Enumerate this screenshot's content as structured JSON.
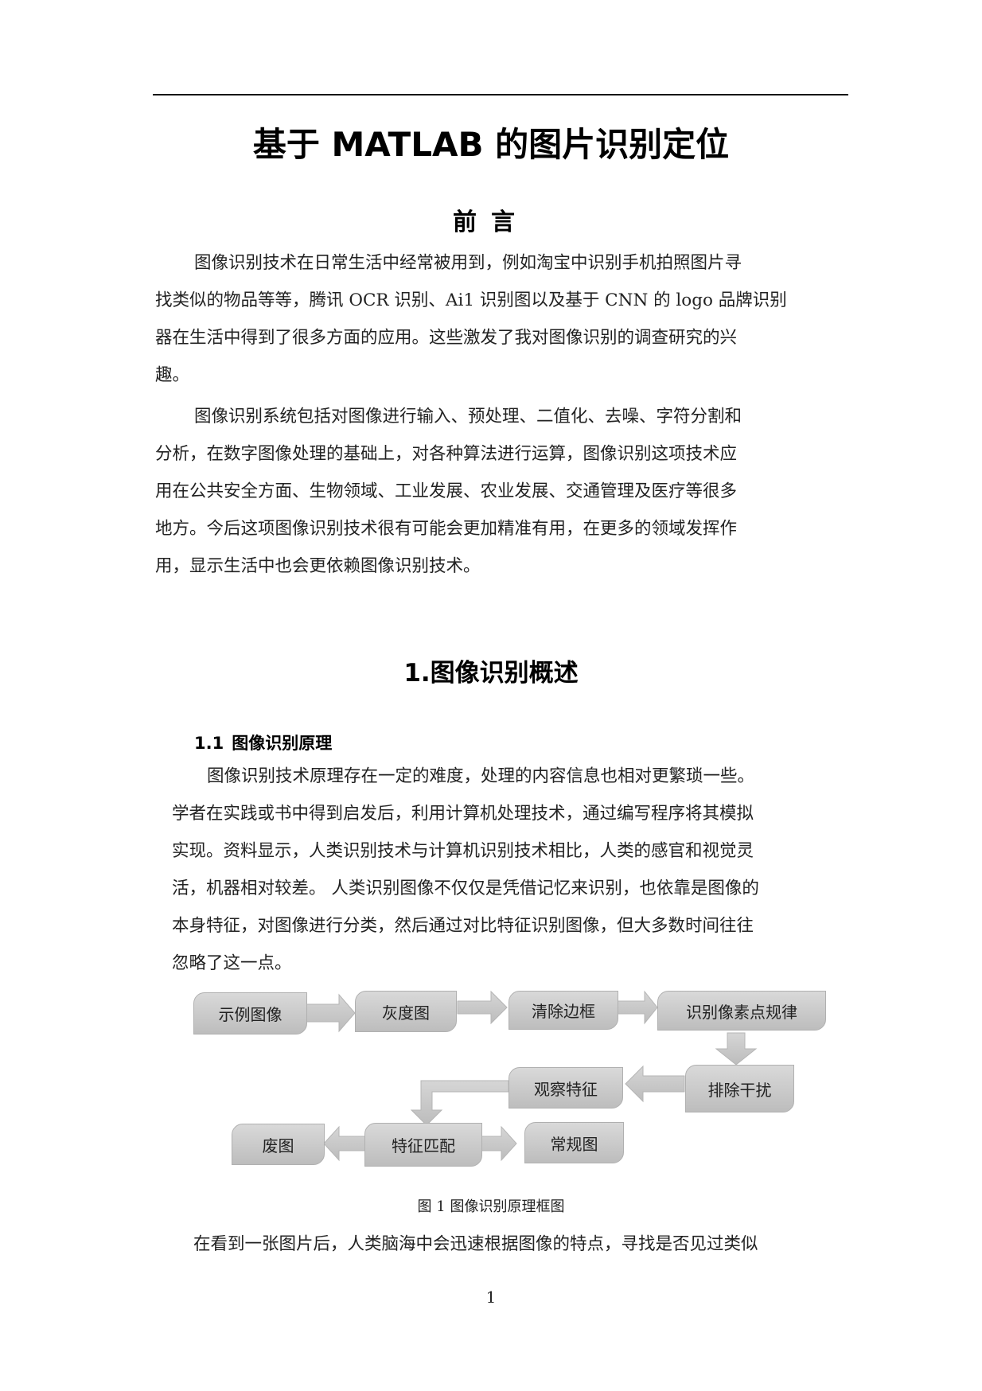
{
  "document": {
    "title": "基于 MATLAB 的图片识别定位",
    "preface_heading": "前言",
    "preface_paragraphs": [
      {
        "lines": [
          "图像识别技术在日常生活中经常被用到，例如淘宝中识别手机拍照图片寻",
          "找类似的物品等等，腾讯 OCR 识别、Ai1 识别图以及基于 CNN 的 logo 品牌识别",
          "器在生活中得到了很多方面的应用。这些激发了我对图像识别的调查研究的兴",
          "趣。"
        ]
      },
      {
        "lines": [
          "图像识别系统包括对图像进行输入、预处理、二值化、去噪、字符分割和",
          "分析，在数字图像处理的基础上，对各种算法进行运算，图像识别这项技术应",
          "用在公共安全方面、生物领域、工业发展、农业发展、交通管理及医疗等很多",
          "地方。今后这项图像识别技术很有可能会更加精准有用，在更多的领域发挥作",
          "用，显示生活中也会更依赖图像识别技术。"
        ]
      }
    ],
    "section_1": {
      "heading": "1.图像识别概述",
      "subsection_1_1": {
        "number": "1.1",
        "heading": "图像识别原理",
        "paragraph_lines": [
          "图像识别技术原理存在一定的难度，处理的内容信息也相对更繁琐一些。",
          "学者在实践或书中得到启发后，利用计算机处理技术，通过编写程序将其模拟",
          "实现。资料显示，人类识别技术与计算机识别技术相比，人类的感官和视觉灵",
          "活，机器相对较差。 人类识别图像不仅仅是凭借记忆来识别，也依靠是图像的",
          "本身特征，对图像进行分类，然后通过对比特征识别图像，但大多数时间往往",
          "忽略了这一点。"
        ]
      }
    },
    "flowchart": {
      "nodes": [
        {
          "id": "sample",
          "label": "示例图像"
        },
        {
          "id": "gray",
          "label": "灰度图"
        },
        {
          "id": "clear_border",
          "label": "清除边框"
        },
        {
          "id": "pixel_pattern",
          "label": "识别像素点规律"
        },
        {
          "id": "remove_noise",
          "label": "排除干扰"
        },
        {
          "id": "observe",
          "label": "观察特征"
        },
        {
          "id": "match",
          "label": "特征匹配"
        },
        {
          "id": "waste",
          "label": "废图"
        },
        {
          "id": "regular",
          "label": "常规图"
        }
      ],
      "edges": [
        [
          "sample",
          "gray"
        ],
        [
          "gray",
          "clear_border"
        ],
        [
          "clear_border",
          "pixel_pattern"
        ],
        [
          "pixel_pattern",
          "remove_noise"
        ],
        [
          "remove_noise",
          "observe"
        ],
        [
          "observe",
          "match"
        ],
        [
          "match",
          "waste"
        ],
        [
          "match",
          "regular"
        ]
      ],
      "box_color": "#c8c8c8",
      "arrow_color": "#c4c4c4"
    },
    "figure_caption": "图 1  图像识别原理框图",
    "continuation_line": "在看到一张图片后，人类脑海中会迅速根据图像的特点，寻找是否见过类似",
    "page_number": "1"
  }
}
